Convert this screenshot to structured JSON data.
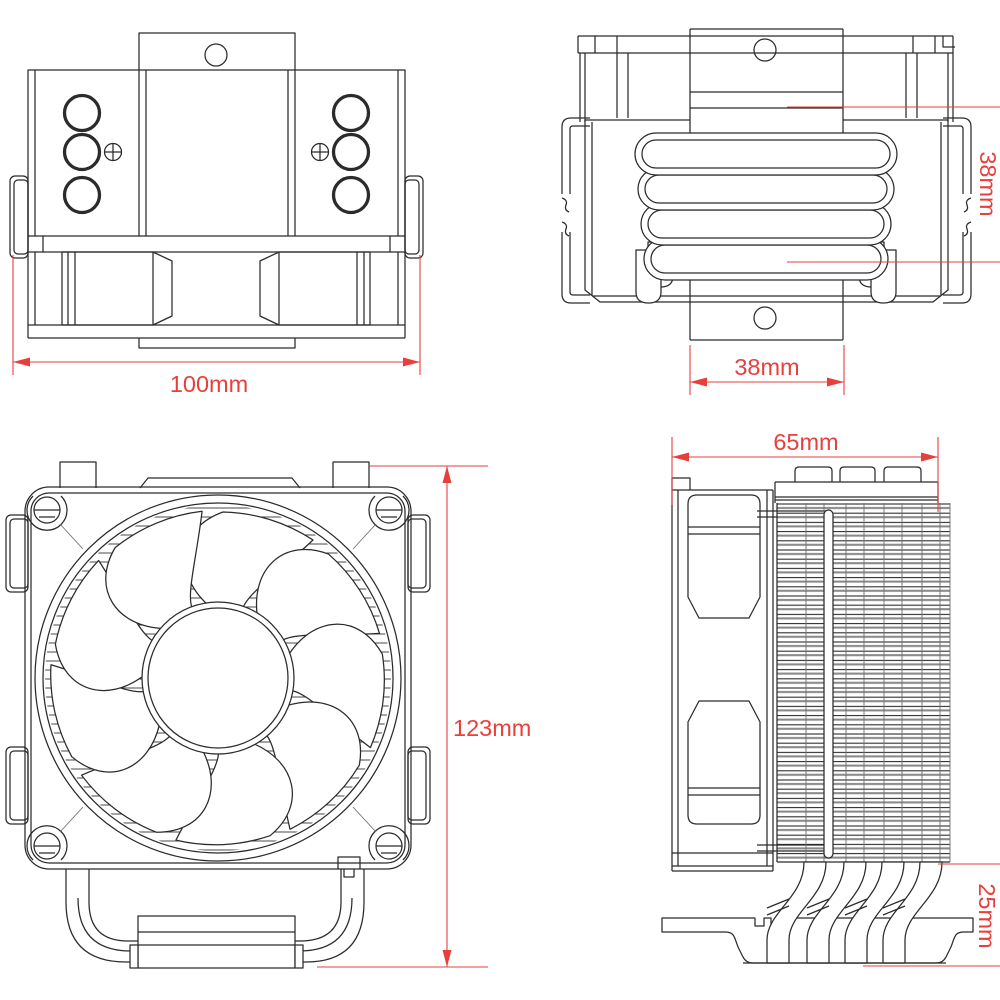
{
  "colors": {
    "line": "#2b2b2b",
    "dimension": "#e73f3c",
    "background": "#ffffff"
  },
  "views": {
    "top_view": {
      "dims": {
        "width": "100mm"
      }
    },
    "bottom_view": {
      "dims": {
        "depth": "38mm",
        "bracket_width": "38mm"
      }
    },
    "front_view": {
      "dims": {
        "height": "123mm"
      }
    },
    "side_view": {
      "dims": {
        "depth": "65mm",
        "base_clearance": "25mm"
      }
    }
  }
}
